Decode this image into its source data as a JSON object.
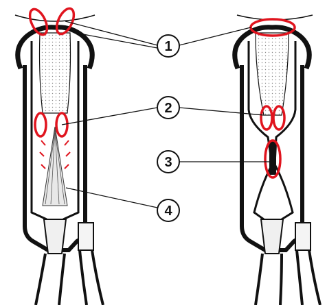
{
  "colors": {
    "ink": "#111111",
    "highlight": "#e0141e",
    "liner_shade": "#dcdcdc",
    "background": "#ffffff"
  },
  "callouts": [
    {
      "label": "1"
    },
    {
      "label": "2"
    },
    {
      "label": "3"
    },
    {
      "label": "4"
    }
  ]
}
